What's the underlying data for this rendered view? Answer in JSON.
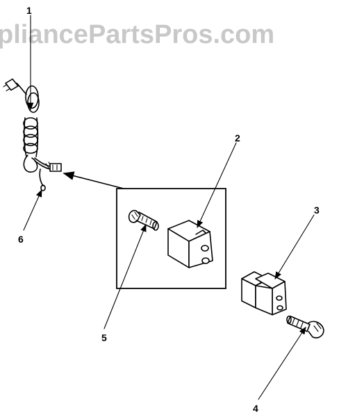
{
  "watermark": "pliancePartsPros.com",
  "callouts": [
    "1",
    "2",
    "3",
    "4",
    "5",
    "6"
  ],
  "parts": [
    {
      "callout": "1",
      "icon": "power-cord-icon"
    },
    {
      "callout": "2",
      "icon": "connector-housing-icon"
    },
    {
      "callout": "3",
      "icon": "connector-housing-icon"
    },
    {
      "callout": "4",
      "icon": "terminal-pin-icon"
    },
    {
      "callout": "5",
      "icon": "terminal-pin-icon"
    },
    {
      "callout": "6",
      "icon": "ground-wire-icon"
    }
  ]
}
